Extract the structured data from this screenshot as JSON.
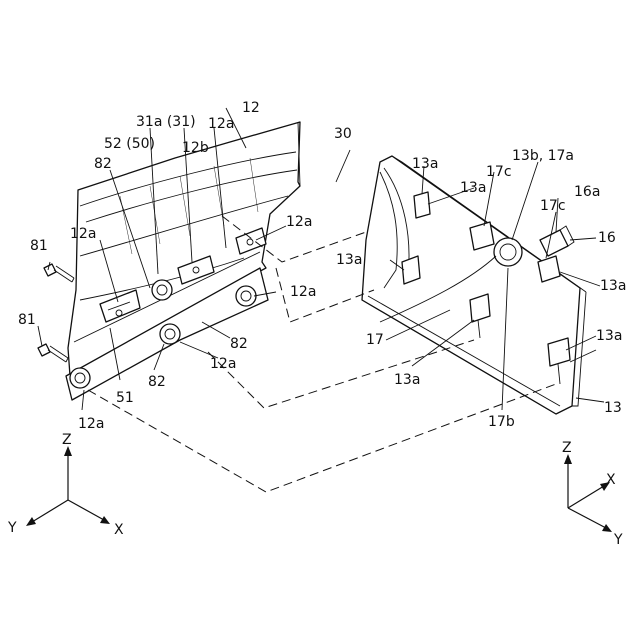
{
  "figure": {
    "labels": {
      "n30": "30",
      "n12_top": "12",
      "n31a": "31a (31)",
      "n12a_top": "12a",
      "n52": "52 (50)",
      "n12b": "12b",
      "n82_top": "82",
      "n12a_right": "12a",
      "n12a_left": "12a",
      "n81_top": "81",
      "n12a_mid": "12a",
      "n82_mid": "82",
      "n12a_lowmid": "12a",
      "n82_low": "82",
      "n51": "51",
      "n81_bot": "81",
      "n12a_bot": "12a",
      "n13a_1": "13a",
      "n13a_2": "13a",
      "n13b17a": "13b, 17a",
      "n17c_1": "17c",
      "n16a": "16a",
      "n17c_2": "17c",
      "n16": "16",
      "n13a_3": "13a",
      "n13a_4": "13a",
      "n17": "17",
      "n13a_5": "13a",
      "n13a_6": "13a",
      "n17b": "17b",
      "n13": "13"
    },
    "axes_left": {
      "z": "Z",
      "y": "Y",
      "x": "X"
    },
    "axes_right": {
      "z": "Z",
      "x": "X",
      "y": "Y"
    }
  }
}
